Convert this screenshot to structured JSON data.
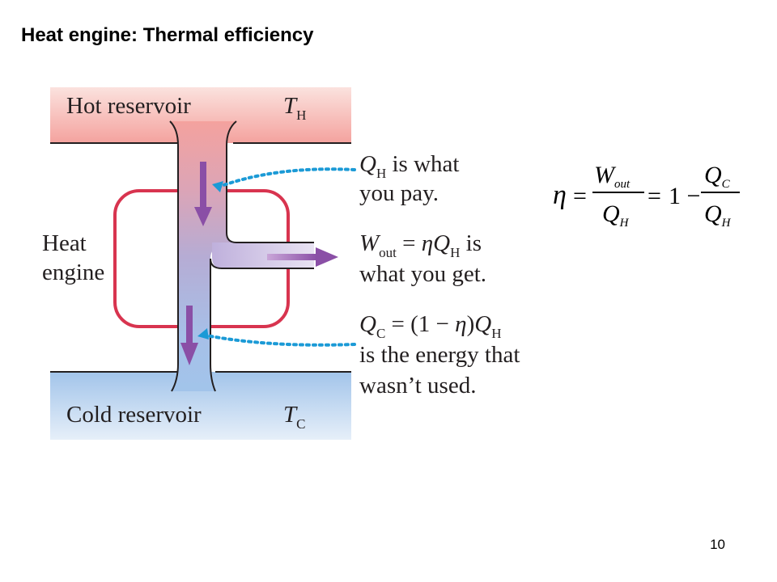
{
  "slide": {
    "title": "Heat engine: Thermal efficiency",
    "page_number": "10"
  },
  "diagram": {
    "hot_reservoir_label": "Hot reservoir",
    "hot_temp_symbol": "T",
    "hot_temp_sub": "H",
    "cold_reservoir_label": "Cold reservoir",
    "cold_temp_symbol": "T",
    "cold_temp_sub": "C",
    "engine_label_line1": "Heat",
    "engine_label_line2": "engine",
    "qh_symbol": "Q",
    "qh_sub": "H",
    "qh_text_1": " is what",
    "qh_text_2": "you pay.",
    "w_symbol": "W",
    "w_sub": "out",
    "w_eq": " = ",
    "w_eta": "η",
    "w_q": "Q",
    "w_q_sub": "H",
    "w_text_1": " is",
    "w_text_2": "what you get.",
    "qc_symbol": "Q",
    "qc_sub": "C",
    "qc_eq": " = (1 − ",
    "qc_eta": "η",
    "qc_close": ")",
    "qc_q": "Q",
    "qc_q_sub": "H",
    "qc_text_2": "is the energy that",
    "qc_text_3": "wasn’t used.",
    "colors": {
      "hot": "#f4a6a2",
      "cold": "#a9c9ea",
      "engine_outline": "#d8344f",
      "arrow_purple": "#8a4fa6",
      "dotted_blue": "#1b9ad6"
    }
  },
  "equation": {
    "eta": "η",
    "equals_1": "=",
    "num1": "W",
    "num1_sub": "out",
    "den1": "Q",
    "den1_sub": "H",
    "equals_2": "=",
    "one_minus": "1 −",
    "num2": "Q",
    "num2_sub": "C",
    "den2": "Q",
    "den2_sub": "H"
  }
}
